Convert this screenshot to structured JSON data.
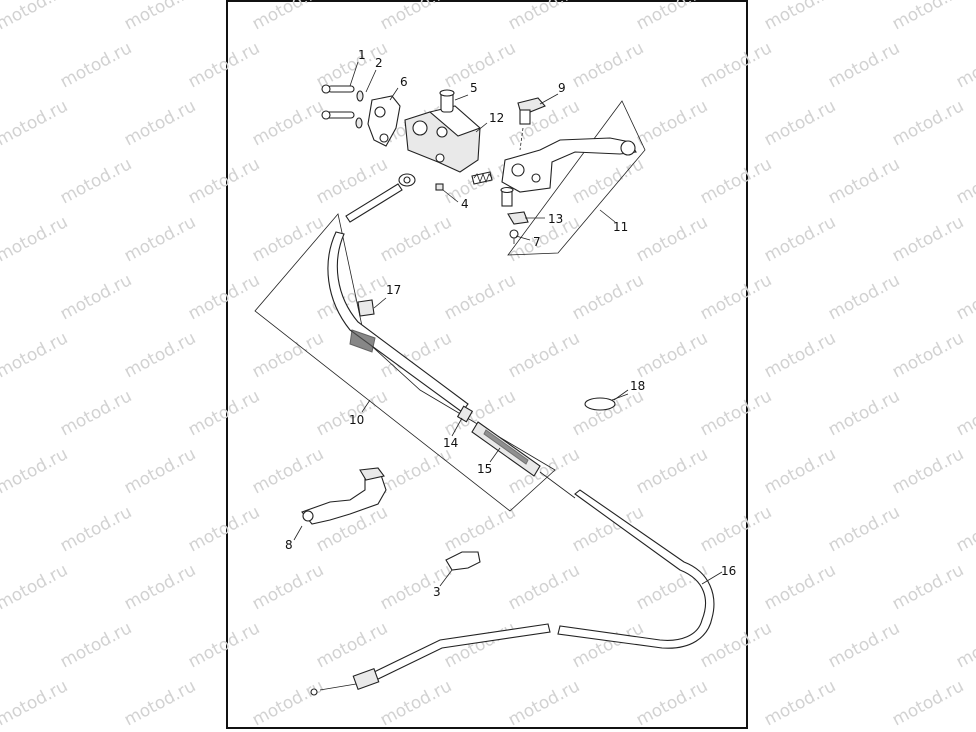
{
  "watermark": {
    "text": "motod.ru"
  },
  "diagram": {
    "callouts": [
      "1",
      "2",
      "3",
      "4",
      "5",
      "6",
      "7",
      "8",
      "9",
      "10",
      "11",
      "12",
      "13",
      "14",
      "15",
      "16",
      "17",
      "18"
    ]
  }
}
